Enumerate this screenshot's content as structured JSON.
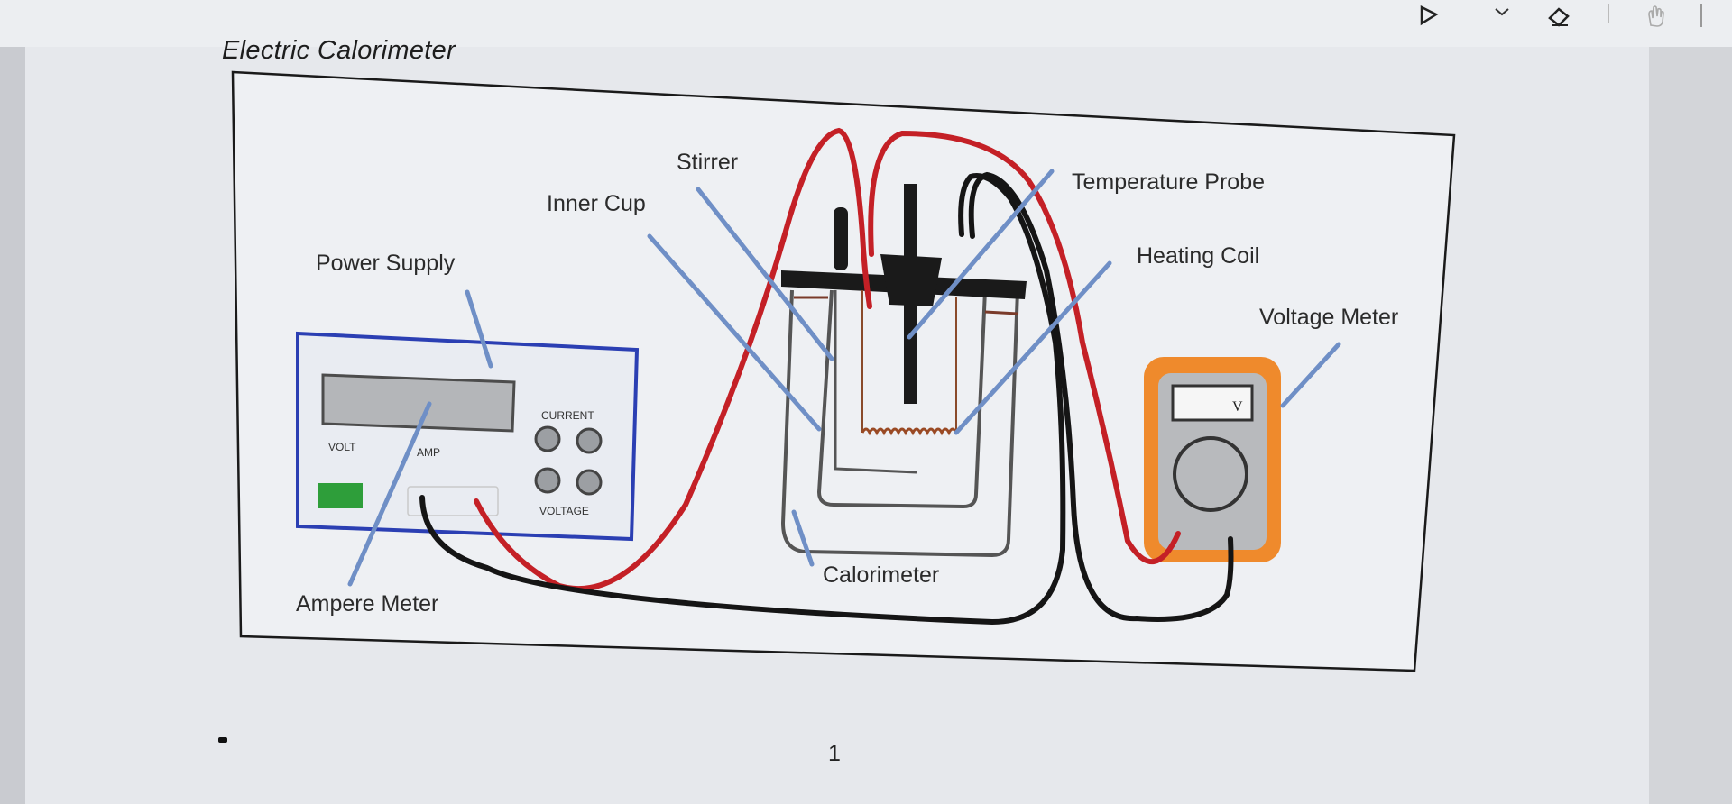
{
  "document": {
    "title": "Electric Calorimeter",
    "page_number": "1"
  },
  "toolbar": {
    "icons": [
      "pen-icon",
      "chevron-down-icon",
      "eraser-icon",
      "touch-hand-icon"
    ]
  },
  "diagram": {
    "labels": {
      "power_supply": "Power Supply",
      "inner_cup": "Inner Cup",
      "stirrer": "Stirrer",
      "temperature_probe": "Temperature Probe",
      "heating_coil": "Heating Coil",
      "voltage_meter": "Voltage Meter",
      "calorimeter": "Calorimeter",
      "ampere_meter": "Ampere Meter"
    },
    "power_supply_panel": {
      "volt": "VOLT",
      "amp": "AMP",
      "current": "CURRENT",
      "voltage": "VOLTAGE"
    },
    "meter_display": "V",
    "colors": {
      "wire_red": "#c42026",
      "wire_black": "#151515",
      "label_lines": "#6f8fc6",
      "supply_border": "#2b3fb3",
      "meter_body": "#ef8a2c",
      "indicator_green": "#2e9e3a"
    }
  }
}
